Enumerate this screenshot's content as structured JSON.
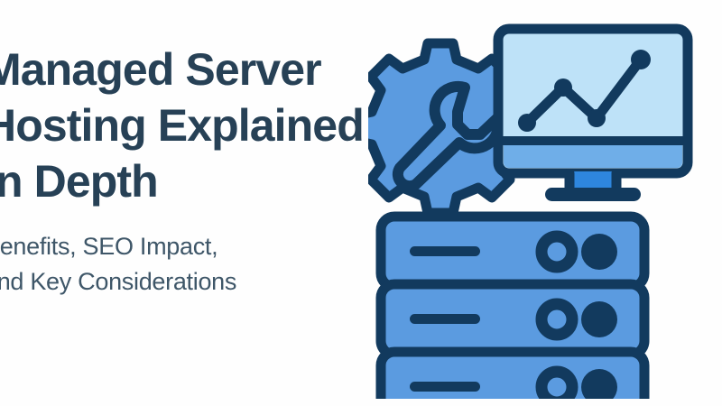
{
  "banner": {
    "background_color": "#FEFEFE",
    "title": {
      "color": "#274156",
      "full_text": "Managed Server Hosting Explained in Depth",
      "lines": [
        "Managed Server",
        "Hosting Explained",
        "in Depth"
      ]
    },
    "subtitle": {
      "color": "#3E5668",
      "full_text": "Benefits, SEO Impact, and Key Considerations",
      "lines": [
        "Benefits, SEO Impact,",
        "and Key Considerations"
      ]
    }
  },
  "illustration": {
    "name": "managed-server-hosting-illustration",
    "colors": {
      "outline": "#123A5E",
      "body_blue": "#5B9BE0",
      "screen_light": "#BEE2F8",
      "accent_blue": "#2E86DE",
      "bezel_blue": "#6FAEE8"
    },
    "parts": [
      {
        "name": "gear-wrench-icon",
        "label": "Gear with wrench"
      },
      {
        "name": "monitor-chart-icon",
        "label": "Monitor showing line chart"
      },
      {
        "name": "server-rack-icon",
        "label": "Three-unit server rack"
      }
    ],
    "chart": {
      "type": "line",
      "points": 4,
      "trend": "rising zigzag"
    },
    "server_units": [
      {
        "name": "server-unit-1",
        "slot": true,
        "ring_led": true,
        "solid_led": true
      },
      {
        "name": "server-unit-2",
        "slot": true,
        "ring_led": true,
        "solid_led": true
      },
      {
        "name": "server-unit-3",
        "slot": true,
        "ring_led": true,
        "solid_led": true
      }
    ]
  }
}
